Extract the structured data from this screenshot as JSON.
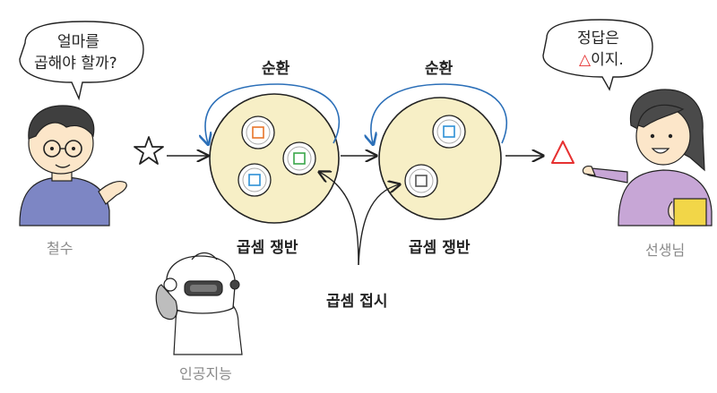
{
  "speech": {
    "student_line1": "얼마를",
    "student_line2": "곱해야 할까?",
    "teacher_line1": "정답은",
    "teacher_symbol": "△",
    "teacher_line2_rest": "이지."
  },
  "labels": {
    "cycle_left": "순환",
    "cycle_right": "순환",
    "tray_left": "곱셈 쟁반",
    "tray_right": "곱셈 쟁반",
    "dish": "곱셈 접시",
    "student": "철수",
    "teacher": "선생님",
    "ai": "인공지능"
  },
  "symbols": {
    "input": "star-outline",
    "output": "triangle-red"
  },
  "colors": {
    "tray_fill": "#f7efc6",
    "cycle_arrow": "#2b6fb8",
    "orange_square": "#e8742a",
    "green_square": "#3aa64a",
    "blue_square": "#2d8fd6",
    "gray_square": "#555555",
    "triangle_red": "#e63030",
    "student_shirt": "#7d86c4",
    "teacher_shirt": "#c7a6d6",
    "label_gray": "#8a8a8a"
  }
}
